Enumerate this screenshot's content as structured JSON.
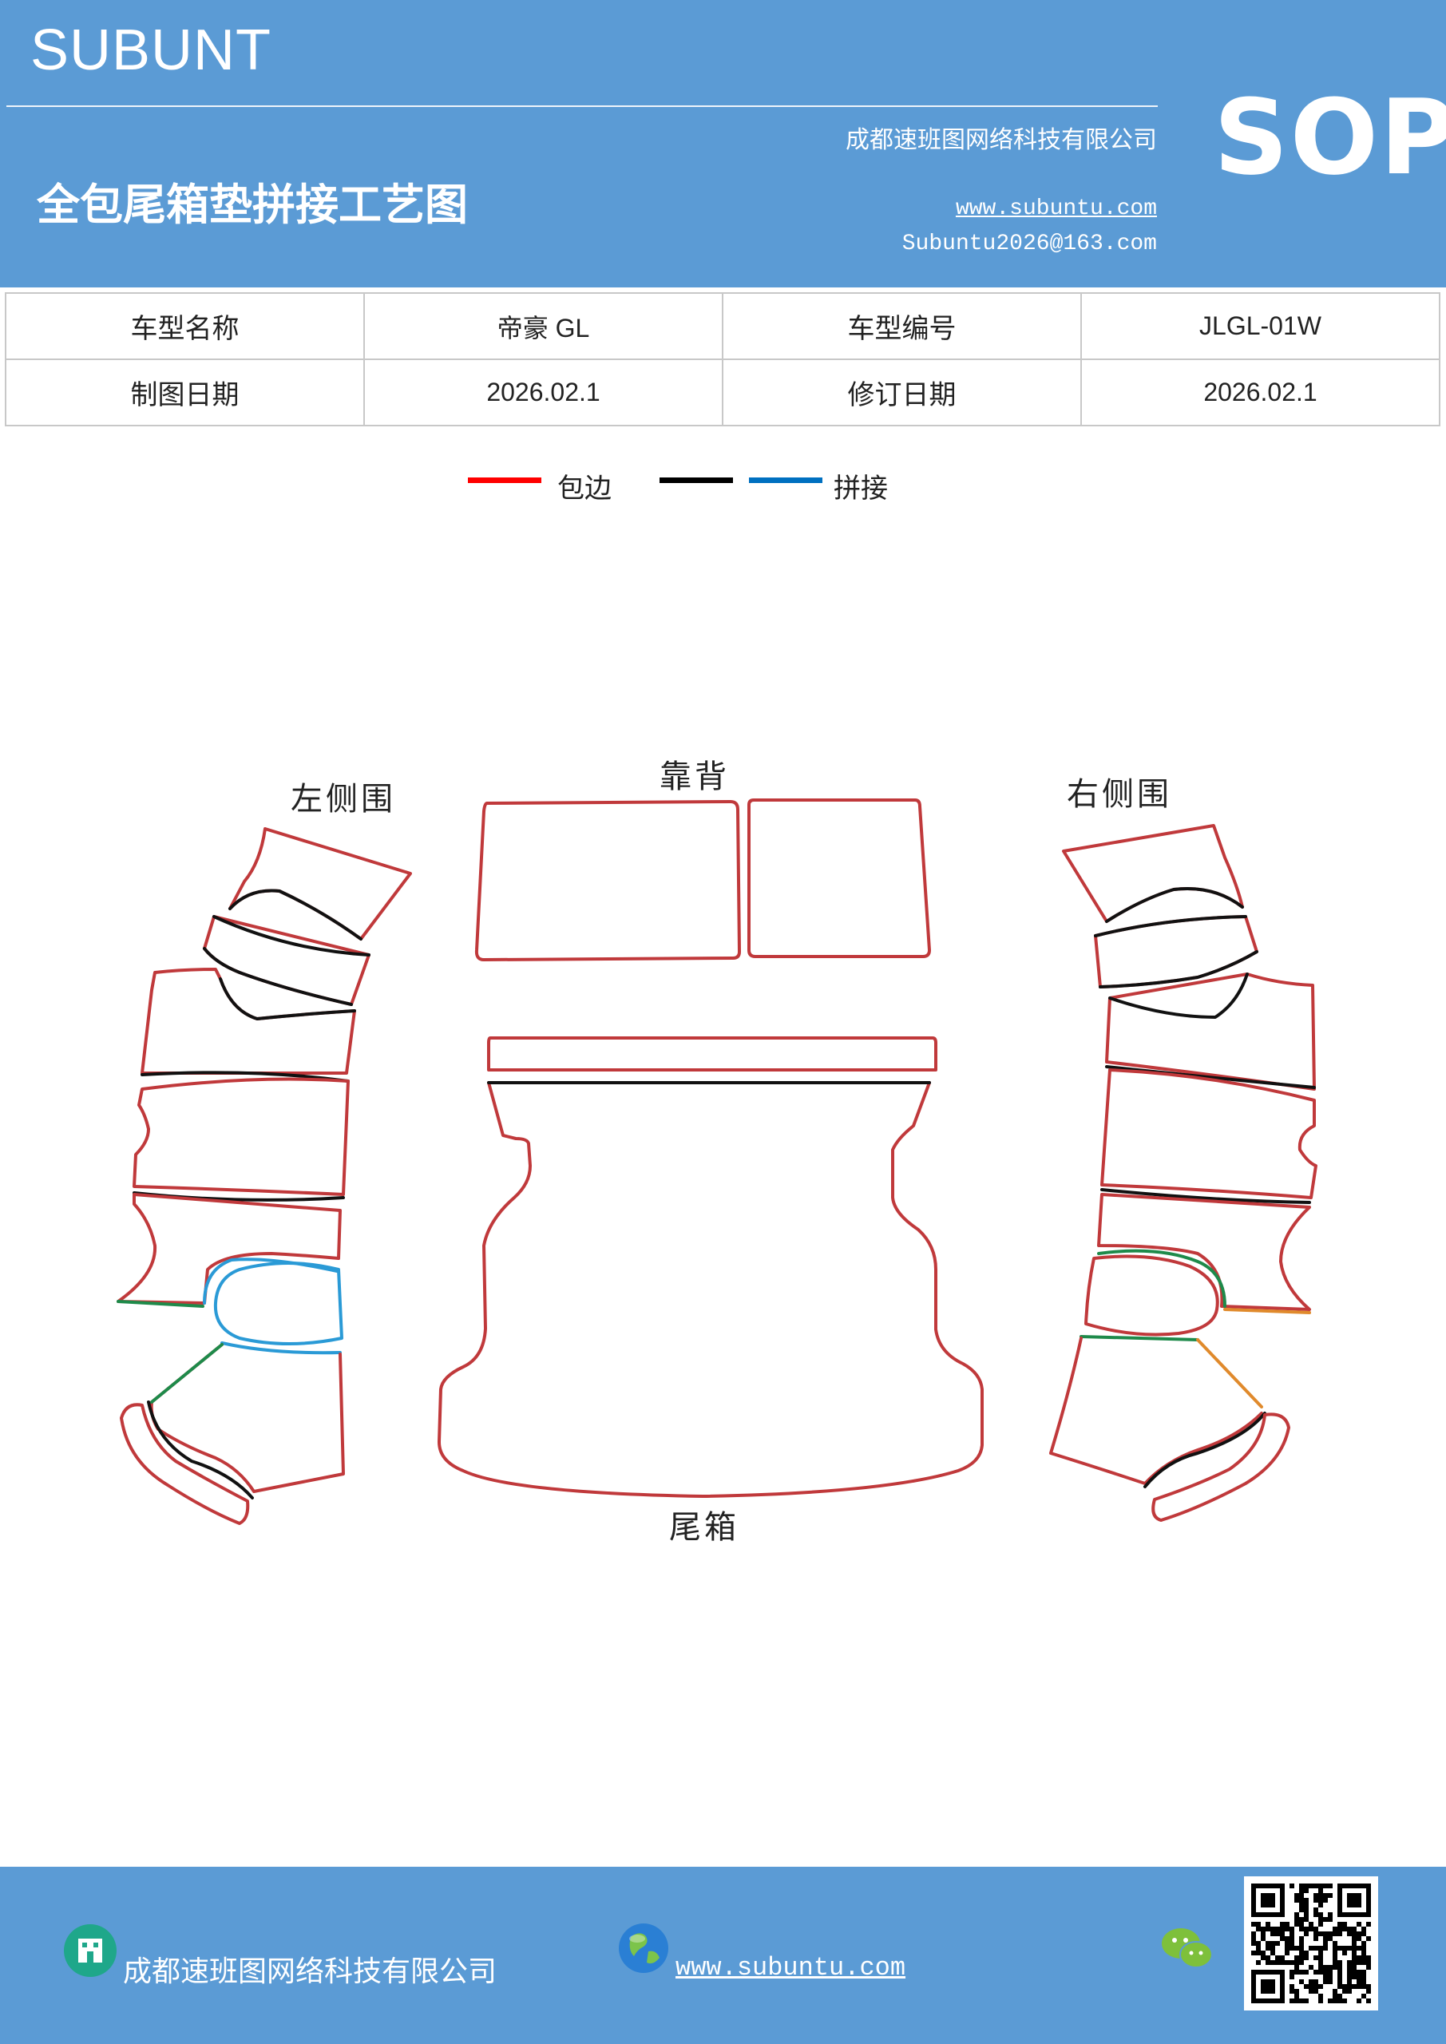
{
  "header": {
    "brand": "SUBUNT",
    "company": "成都速班图网络科技有限公司",
    "sop": "SOP",
    "title": "全包尾箱垫拼接工艺图",
    "website": "www.subuntu.com",
    "email": "Subuntu2026@163.com"
  },
  "info_table": {
    "rows": [
      [
        "车型名称",
        "帝豪 GL",
        "车型编号",
        "JLGL-01W"
      ],
      [
        "制图日期",
        "2026.02.1",
        "修订日期",
        "2026.02.1"
      ]
    ]
  },
  "legend": {
    "items": [
      {
        "label": "包边",
        "color": "#ff0000"
      },
      {
        "label": "",
        "color": "#000000"
      },
      {
        "label": "拼接",
        "color": "#0070c0"
      }
    ]
  },
  "diagram": {
    "labels": {
      "left": "左侧围",
      "back": "靠背",
      "right": "右侧围",
      "trunk": "尾箱"
    },
    "colors": {
      "edge": "#c0393b",
      "seam": "#111111",
      "join_blue": "#2a9ad6",
      "join_green": "#1e8a4a",
      "join_orange": "#e08a2c"
    }
  },
  "footer": {
    "company": "成都速班图网络科技有限公司",
    "website": "www.subuntu.com",
    "icons": [
      "building-icon",
      "globe-icon",
      "wechat-icon",
      "qr-code"
    ]
  }
}
